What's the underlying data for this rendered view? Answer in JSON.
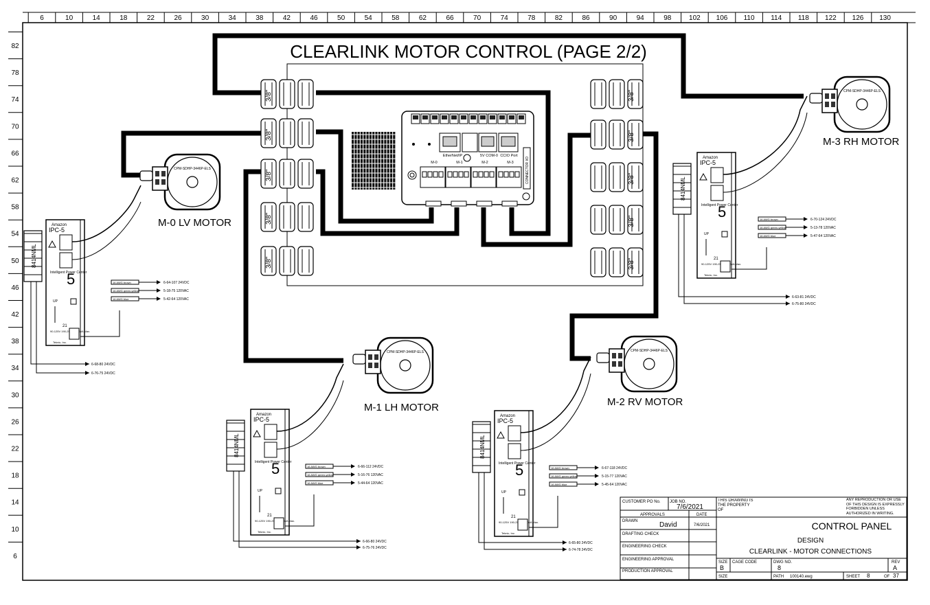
{
  "title": "CLEARLINK MOTOR CONTROL (PAGE 2/2)",
  "ruler": {
    "top": [
      "6",
      "10",
      "14",
      "18",
      "22",
      "26",
      "30",
      "34",
      "38",
      "42",
      "46",
      "50",
      "54",
      "58",
      "62",
      "66",
      "70",
      "74",
      "78",
      "82",
      "86",
      "90",
      "94",
      "98",
      "102",
      "106",
      "110",
      "114",
      "118",
      "122",
      "126",
      "130"
    ],
    "left": [
      "82",
      "78",
      "74",
      "70",
      "66",
      "62",
      "58",
      "54",
      "50",
      "46",
      "42",
      "38",
      "34",
      "30",
      "26",
      "22",
      "18",
      "14",
      "10",
      "6"
    ]
  },
  "glands": {
    "left": [
      "3/8\"",
      "3/8\"",
      "3/8\"",
      "3/8\"",
      "3/8\""
    ],
    "right": [
      "3/8\"",
      "3/8\"",
      "3/8\"",
      "3/8\"",
      "3/8\""
    ]
  },
  "controller": {
    "ethernet": "EtherNet/IP",
    "com": "5V COM-0",
    "port": "CCIO Port",
    "m0": "M-0",
    "m1": "M-1",
    "m2": "M-2",
    "m3": "M-3",
    "side": "CONNECTOR I/O"
  },
  "motors": {
    "m0": {
      "label": "M-0 LV MOTOR",
      "model": "CPM-SDHP-3446P-ELS"
    },
    "m1": {
      "label": "M-1 LH MOTOR",
      "model": "CPM-SDHP-3446P-ELS"
    },
    "m2": {
      "label": "M-2 RV MOTOR",
      "model": "CPM-SDHP-3446P-ELS"
    },
    "m3": {
      "label": "M-3 RH MOTOR",
      "model": "CPM-SDHP-3446P-ELS"
    }
  },
  "ipc": {
    "brand": "Amazon",
    "model": "IPC-5",
    "desc": "Intelligent Power Center",
    "num": "5",
    "side": "8414NML",
    "up": "UP",
    "maker": "Teknic, Inc.",
    "spec": "90-125V 190-250V 1600VA Max."
  },
  "power_units": {
    "u0": {
      "wires": [
        "16 AWG brown",
        "16 AWG green-yellow",
        "16 AWG blue"
      ],
      "refs": [
        "6-64-107 24VDC",
        "5-18-75 120VAC",
        "5-42-64 120VAC"
      ],
      "bottom": [
        "6-68-80 24VDC",
        "6-76-75 24VDC"
      ],
      "n21": "21"
    },
    "u1": {
      "wires": [
        "16 AWG brown",
        "16 AWG green-yellow",
        "16 AWG blue"
      ],
      "refs": [
        "6-66-112 24VDC",
        "5-16-76 120VAC",
        "5-44-64 120VAC"
      ],
      "bottom": [
        "6-66-80 24VDC",
        "6-75-76 24VDC"
      ],
      "n21": "21"
    },
    "u2": {
      "wires": [
        "16 AWG brown",
        "16 AWG green-yellow",
        "16 AWG blue"
      ],
      "refs": [
        "6-67-118 24VDC",
        "5-15-77 120VAC",
        "5-45-64 120VAC"
      ],
      "bottom": [
        "6-65-80 24VDC",
        "6-74-78 24VDC"
      ],
      "n21": "21"
    },
    "u3": {
      "wires": [
        "16 AWG brown",
        "16 AWG green-yellow",
        "16 AWG blue"
      ],
      "refs": [
        "6-70-124 24VDC",
        "5-13-78 120VAC",
        "5-47-64 120VAC"
      ],
      "bottom": [
        "6-63-81 24VDC",
        "6-75-80 24VDC"
      ],
      "n21": "21"
    }
  },
  "title_block": {
    "customer_po": "CUSTOMER PO No.",
    "job_no": "JOB NO.",
    "job_date": "7/6/2021",
    "approvals": "APPROVALS",
    "date": "DATE",
    "drawn": "DRAWN",
    "drawn_by": "David",
    "drawn_date": "7/6/2021",
    "drafting": "DRAFTING CHECK",
    "engineering": "ENGINEERING CHECK",
    "eng_approval": "ENGINEERING APPROVAL",
    "production": "PRODUCTION APPROVAL",
    "property": "THIS DRAWING IS THE PROPERTY OF",
    "notice": "ANY REPRODUCTION OR USE OF THIS DESIGN IS EXPRESSLY FORBIDDEN UNLESS AUTHORIZED IN WRITING.",
    "project": "CONTROL PANEL",
    "design": "DESIGN",
    "drawing": "CLEARLINK - MOTOR CONNECTIONS",
    "size_label": "SIZE",
    "size": "B",
    "cage": "CAGE CODE",
    "dwg_label": "DWG NO.",
    "dwg": "8",
    "rev_label": "REV",
    "rev": "A",
    "size2": "SIZE",
    "path_label": "PATH",
    "path": "100140.ewg",
    "sheet_label": "SHEET",
    "sheet": "8",
    "of": "OF",
    "total": "37"
  }
}
